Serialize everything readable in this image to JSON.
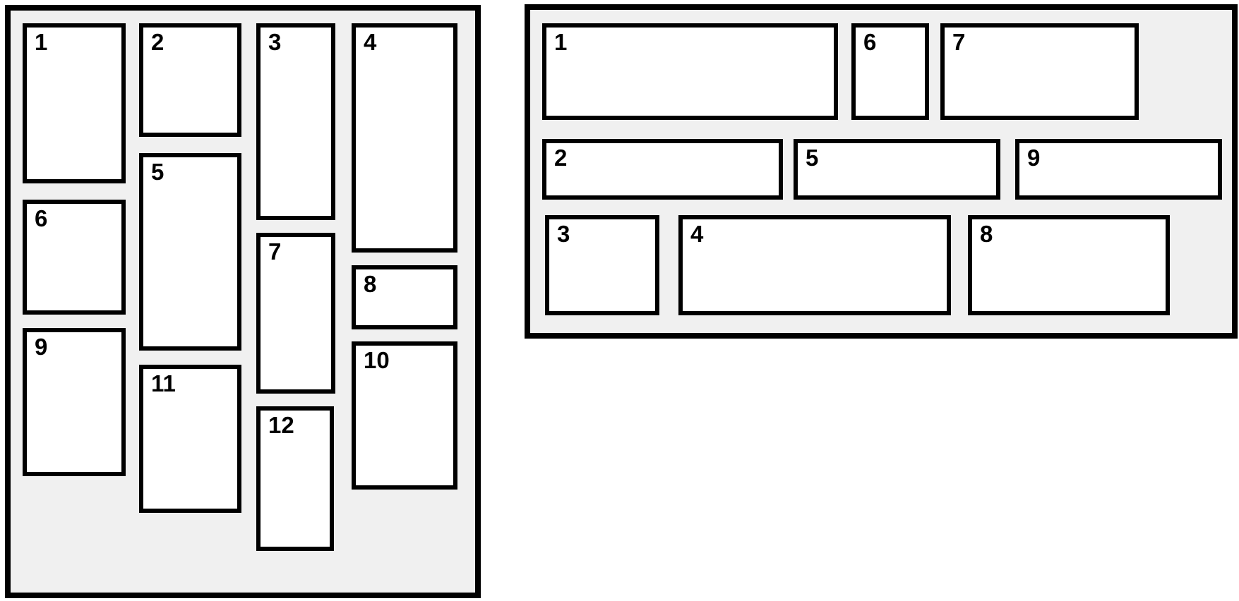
{
  "diagram": {
    "vertical_panel": {
      "items": [
        "1",
        "2",
        "3",
        "4",
        "5",
        "6",
        "7",
        "8",
        "9",
        "10",
        "11",
        "12"
      ]
    },
    "horizontal_panel": {
      "items": [
        "1",
        "2",
        "3",
        "4",
        "5",
        "6",
        "7",
        "8",
        "9"
      ]
    }
  },
  "colors": {
    "page_background": "#ffffff",
    "panel_background": "#f0f0f0",
    "item_background": "#ffffff",
    "border": "#000000",
    "label": "#000000"
  }
}
